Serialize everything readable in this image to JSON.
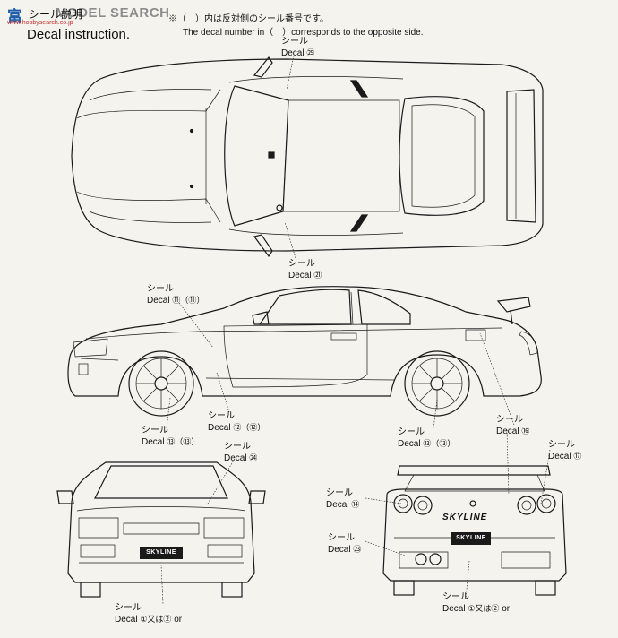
{
  "watermark": {
    "logo": "富",
    "brand": "MODEL SEARCH",
    "url": "www.hobbysearch.co.jp"
  },
  "header": {
    "title_jp": "シール説明",
    "title_en": "Decal instruction.",
    "note_jp": "※（　）内は反対側のシール番号です。",
    "note_en": "The decal number in（　）corresponds  to the opposite side."
  },
  "callouts": [
    {
      "id": "c25",
      "jp": "シール",
      "en": "Decal",
      "nums": "㉕"
    },
    {
      "id": "c21",
      "jp": "シール",
      "en": "Decal",
      "nums": "㉑"
    },
    {
      "id": "c11",
      "jp": "シール",
      "en": "Decal",
      "nums": "⑪（⑪）"
    },
    {
      "id": "c12",
      "jp": "シール",
      "en": "Decal",
      "nums": "⑫（⑫）"
    },
    {
      "id": "c13a",
      "jp": "シール",
      "en": "Decal",
      "nums": "⑬（⑬）"
    },
    {
      "id": "c13b",
      "jp": "シール",
      "en": "Decal",
      "nums": "⑬（⑬）"
    },
    {
      "id": "c16",
      "jp": "シール",
      "en": "Decal",
      "nums": "⑯"
    },
    {
      "id": "c17",
      "jp": "シール",
      "en": "Decal",
      "nums": "⑰"
    },
    {
      "id": "c24",
      "jp": "シール",
      "en": "Decal",
      "nums": "㉔"
    },
    {
      "id": "c14",
      "jp": "シール",
      "en": "Decal",
      "nums": "⑭"
    },
    {
      "id": "c23",
      "jp": "シール",
      "en": "Decal",
      "nums": "㉓"
    },
    {
      "id": "c1a",
      "jp": "シール",
      "en": "Decal",
      "nums": "①又は②",
      "or": "or"
    },
    {
      "id": "c1b",
      "jp": "シール",
      "en": "Decal",
      "nums": "①又は②",
      "or": "or"
    }
  ],
  "plates": {
    "front": "SKYLINE",
    "rear": "SKYLINE"
  },
  "badges": {
    "rear_logo": "SKYLINE"
  }
}
